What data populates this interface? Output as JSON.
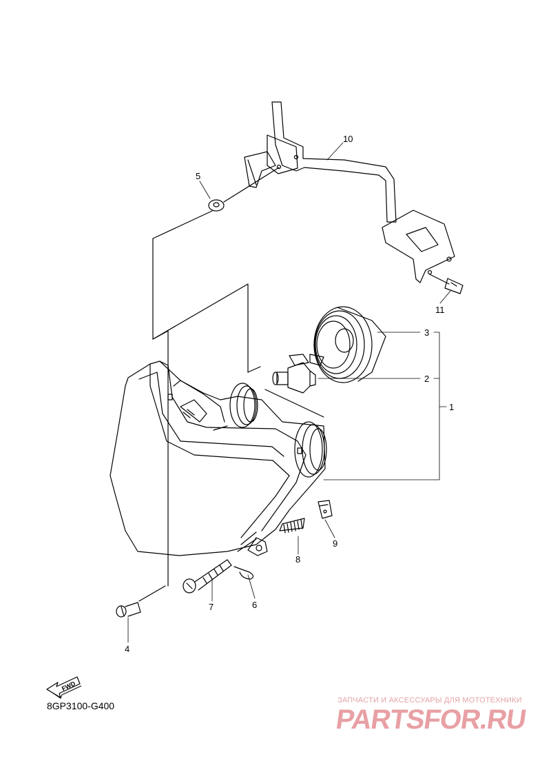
{
  "callouts": {
    "c1": "1",
    "c2": "2",
    "c3": "3",
    "c4": "4",
    "c5": "5",
    "c6": "6",
    "c7": "7",
    "c8": "8",
    "c9": "9",
    "c10": "10",
    "c11": "11"
  },
  "fwd_arrow": "FWD",
  "diagram_code": "8GP3100-G400",
  "watermark": {
    "tagline": "ЗАПЧАСТИ И АКСЕССУАРЫ ДЛЯ МОТОТЕХНИКИ",
    "site": "PARTSFOR.RU",
    "color": "#e8a0a4"
  }
}
